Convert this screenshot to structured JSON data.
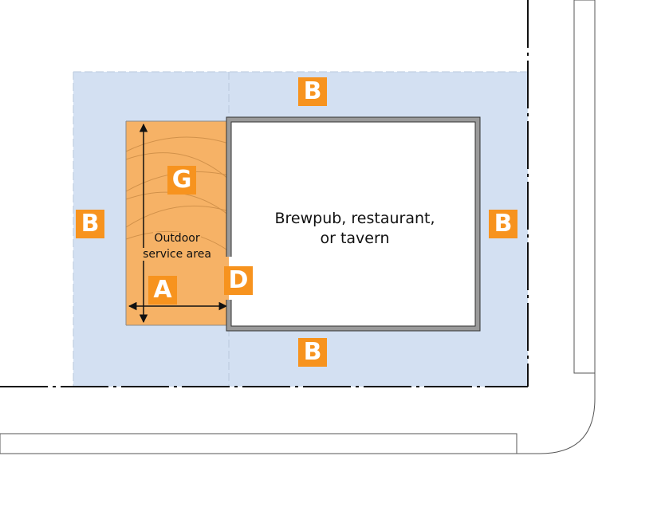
{
  "building": {
    "line1": "Brewpub, restaurant,",
    "line2": "or tavern"
  },
  "outdoor_area": {
    "line1": "Outdoor",
    "line2": "service area"
  },
  "zones": {
    "b_top": "B",
    "b_left": "B",
    "b_right": "B",
    "b_bottom": "B",
    "g": "G",
    "a": "A",
    "d": "D"
  },
  "colors": {
    "setback_fill": "#d3e0f2",
    "outdoor_fill": "#f6b266",
    "badge": "#f7931e",
    "wall": "#9a9a9a"
  }
}
